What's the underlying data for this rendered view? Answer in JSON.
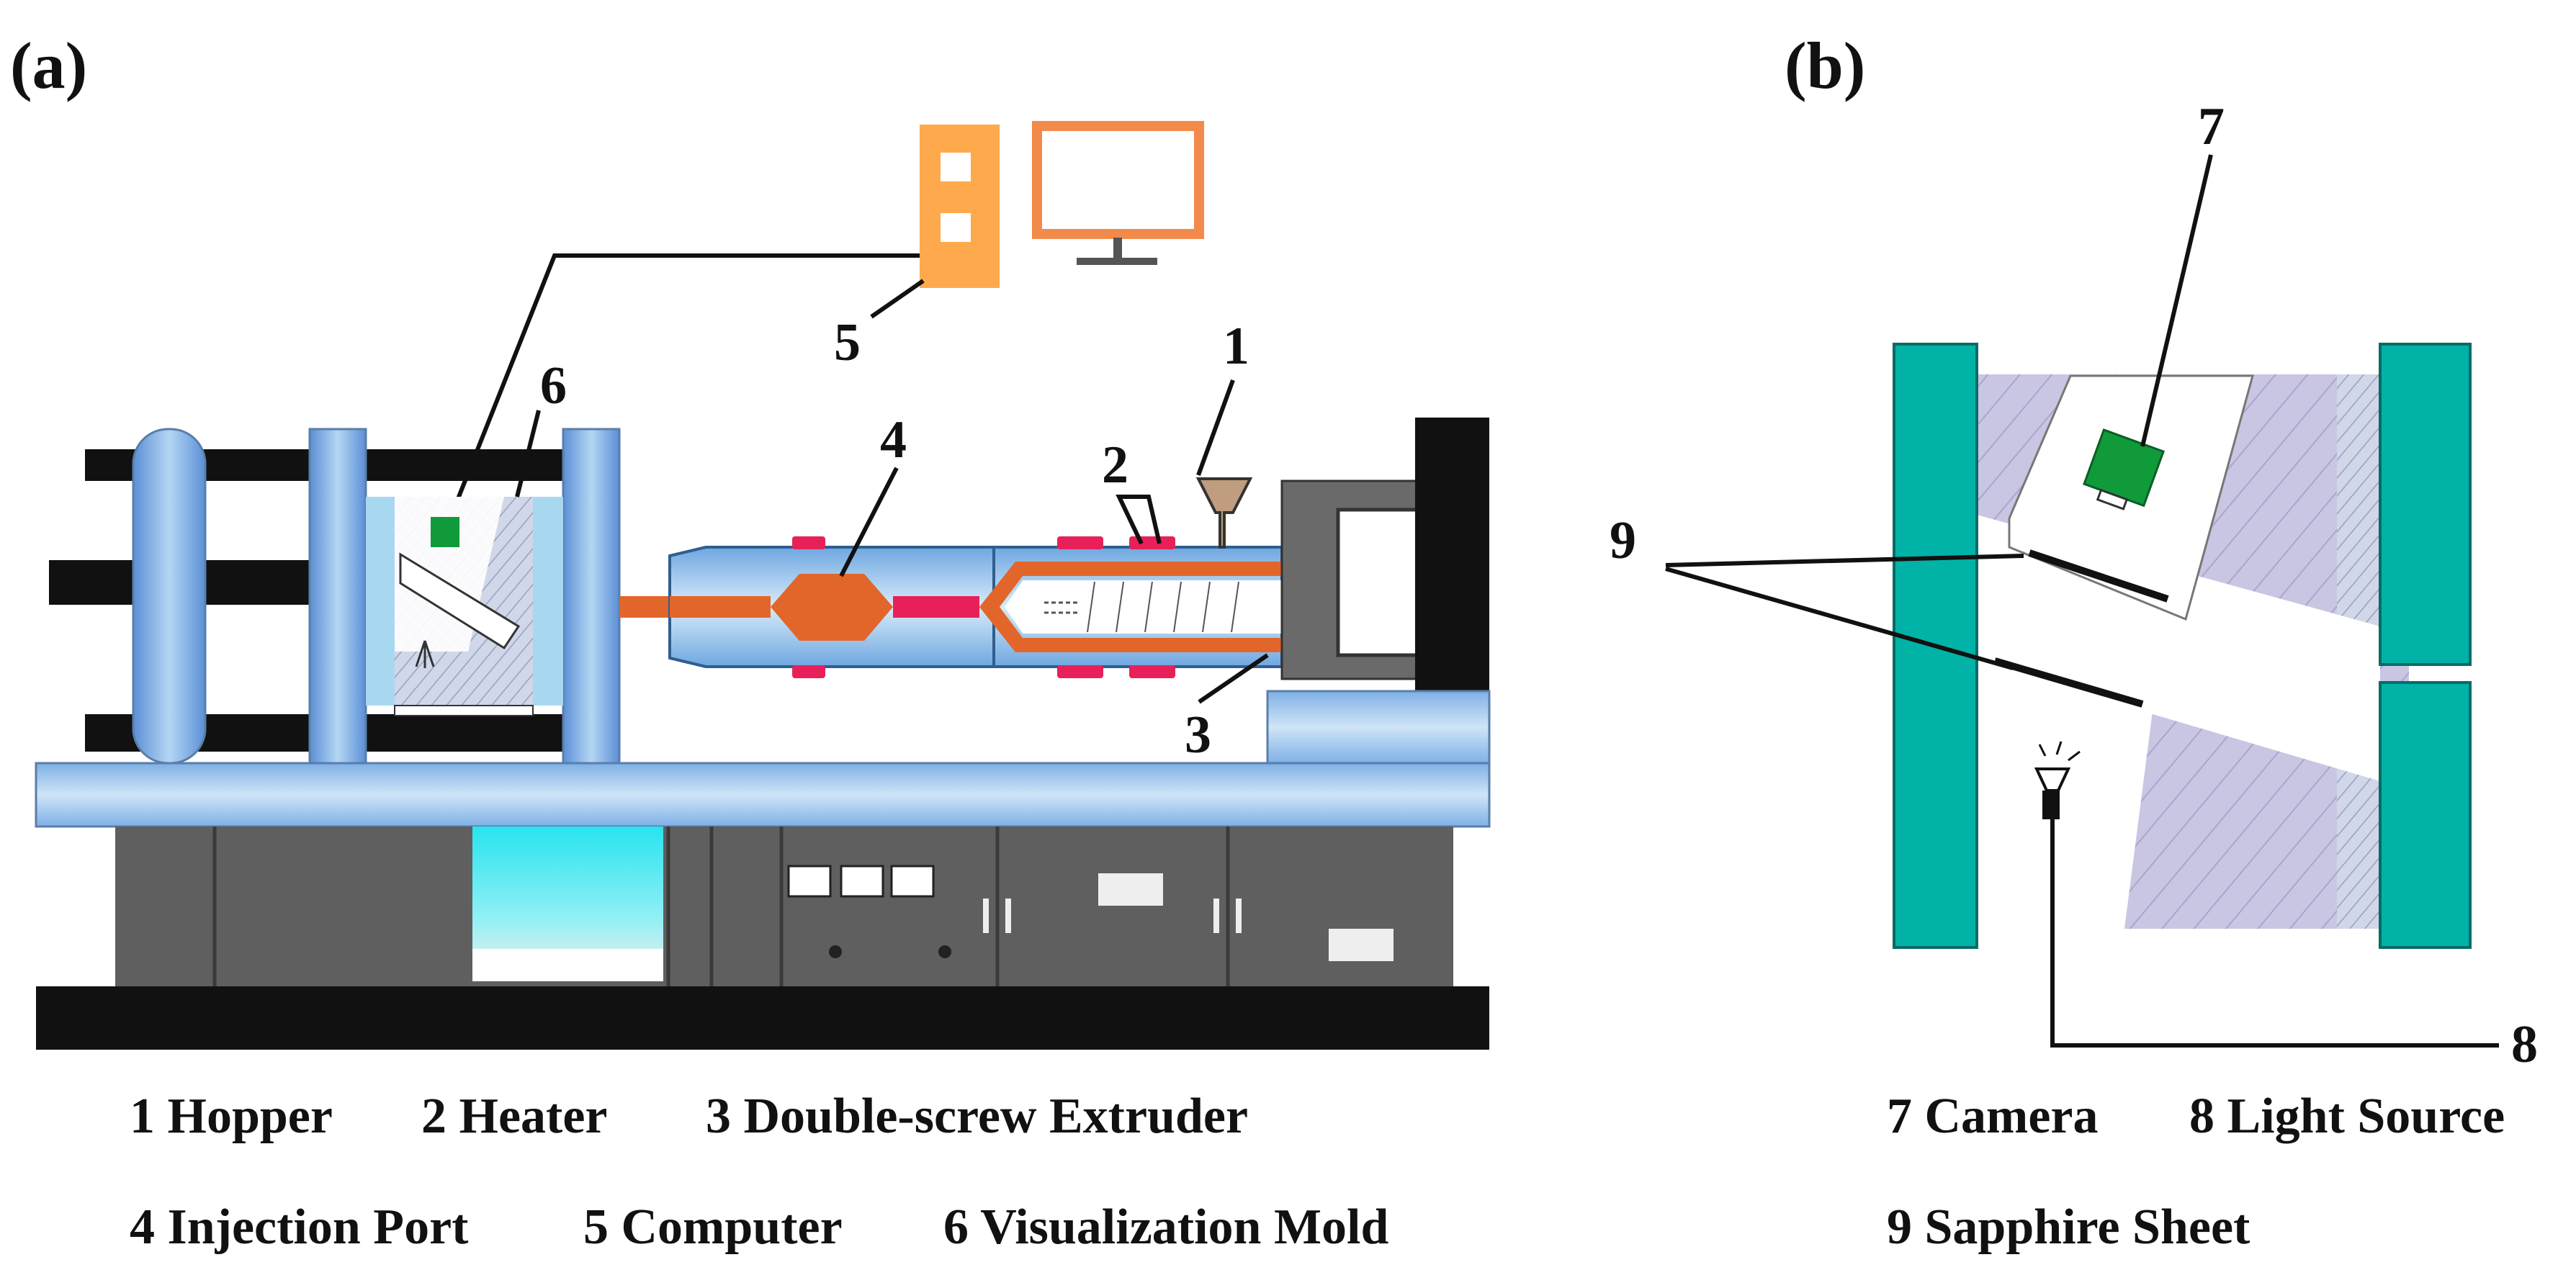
{
  "panel_a": {
    "label": "(a)",
    "numbers": {
      "n1": "1",
      "n2": "2",
      "n3": "3",
      "n4": "4",
      "n5": "5",
      "n6": "6"
    },
    "legend": {
      "line1": {
        "i1": "1 Hopper",
        "i2": "2 Heater",
        "i3": "3 Double-screw Extruder"
      },
      "line2": {
        "i4": "4 Injection Port",
        "i5": "5 Computer",
        "i6": "6 Visualization Mold"
      }
    }
  },
  "panel_b": {
    "label": "(b)",
    "numbers": {
      "n7": "7",
      "n8": "8",
      "n9": "9"
    },
    "legend": {
      "line1": {
        "i7": "7 Camera",
        "i8": "8 Light Source"
      },
      "line2": {
        "i9": "9 Sapphire Sheet"
      }
    }
  },
  "colors": {
    "machine_blue": "#8ab8e6",
    "cabinet_gray": "#5f5f5f",
    "base_black": "#111111",
    "melt_orange": "#e2662a",
    "heater_pink": "#e8205a",
    "computer_orange": "#ffa94d",
    "monitor_orange": "#f28a4c",
    "camera_green": "#119a3a",
    "plate_teal": "#00b3a6",
    "mold_lavender": "#c9c6e3",
    "window_cyan": "#3fe6f0"
  },
  "icons": [
    "computer-tower-icon",
    "monitor-icon",
    "hopper-icon",
    "camera-icon",
    "flashlight-icon"
  ]
}
